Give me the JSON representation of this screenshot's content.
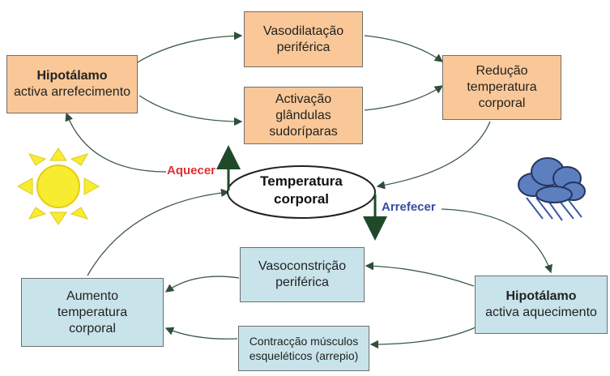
{
  "nodes": {
    "hipo_cool": {
      "title": "Hipotálamo",
      "subtitle": "activa arrefecimento"
    },
    "vasodil": {
      "line1": "Vasodilatação",
      "line2": "periférica"
    },
    "glands": {
      "line1": "Activação",
      "line2": "glândulas",
      "line3": "sudoríparas"
    },
    "reduction": {
      "line1": "Redução",
      "line2": "temperatura",
      "line3": "corporal"
    },
    "center": {
      "line1": "Temperatura",
      "line2": "corporal"
    },
    "hipo_warm": {
      "title": "Hipotálamo",
      "subtitle": "activa aquecimento"
    },
    "vasocon": {
      "line1": "Vasoconstrição",
      "line2": "periférica"
    },
    "shiver": {
      "line1": "Contracção músculos",
      "line2": "esqueléticos (arrepio)"
    },
    "increase": {
      "line1": "Aumento",
      "line2": "temperatura",
      "line3": "corporal"
    }
  },
  "labels": {
    "heat": "Aquecer",
    "cool": "Arrefecer"
  },
  "icons": {
    "sun": "sun-icon",
    "cloud": "rain-cloud-icon"
  },
  "colors": {
    "orange_box": "#fac898",
    "blue_box": "#c8e4ea",
    "heat_label": "#e03030",
    "cool_label": "#3a4aa0",
    "arrow": "#2f5a3a"
  }
}
